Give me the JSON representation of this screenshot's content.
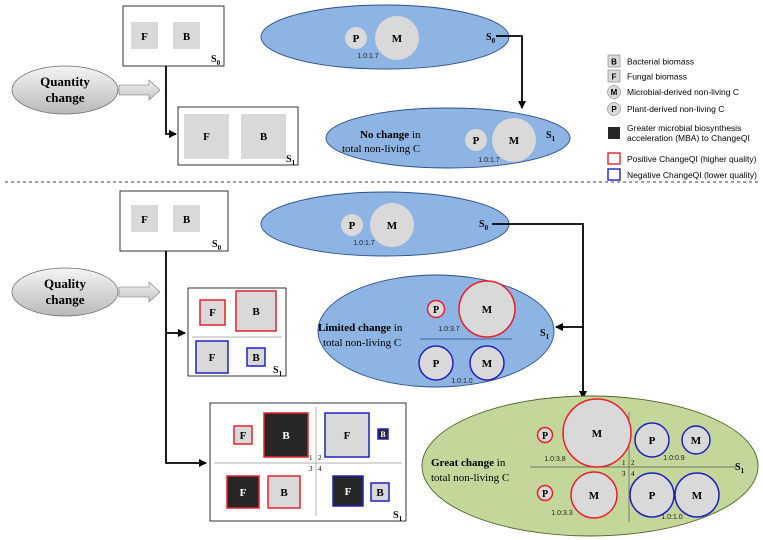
{
  "top": {
    "label_line1": "Quantity",
    "label_line2": "change",
    "s0": "S",
    "s0_sub": "0",
    "s1": "S",
    "s1_sub": "1",
    "F": "F",
    "B": "B",
    "ellipse_s0": {
      "P": "P",
      "M": "M",
      "ratio": "1.0:1.7",
      "s": "S",
      "s_sub": "0"
    },
    "ellipse_s1": {
      "bold": "No change",
      "rest": " in",
      "line2": "total non-living C",
      "P": "P",
      "M": "M",
      "ratio": "1.0:1.7",
      "s": "S",
      "s_sub": "1"
    }
  },
  "bottom": {
    "label_line1": "Quality",
    "label_line2": "change",
    "F": "F",
    "B": "B",
    "s0": "S",
    "s0_sub": "0",
    "s1": "S",
    "s1_sub": "1",
    "ellipse_s0": {
      "P": "P",
      "M": "M",
      "ratio": "1.0:1.7",
      "s": "S",
      "s_sub": "0"
    },
    "limited": {
      "bold": "Limited change",
      "rest": " in",
      "line2": "total non-living C",
      "P": "P",
      "M": "M",
      "ratio_top": "1.0:3.7",
      "ratio_bottom": "1.0:1.0",
      "s": "S",
      "s_sub": "1"
    },
    "great": {
      "bold": "Great change",
      "rest": " in",
      "line2": "total non-living C",
      "P": "P",
      "M": "M",
      "ratio_tl": "1.0:3.8",
      "ratio_tr": "1.0:0.9",
      "ratio_bl": "1.0:3.3",
      "ratio_br": "1.0:1.0",
      "s": "S",
      "s_sub": "1",
      "q1": "1",
      "q2": "2",
      "q3": "3",
      "q4": "4"
    },
    "quad": {
      "q1": "1",
      "q2": "2",
      "q3": "3",
      "q4": "4"
    }
  },
  "legend": {
    "items": [
      {
        "glyph": "B",
        "text": "Bacterial biomass"
      },
      {
        "glyph": "F",
        "text": "Fungal biomass"
      },
      {
        "glyph": "M",
        "text": "Microbial-derived non-living C"
      },
      {
        "glyph": "P",
        "text": "Plant-derived non-living C"
      },
      {
        "glyph": "",
        "text": "Greater microbial biosynthesis"
      },
      {
        "glyph": "",
        "text": "acceleration (MBA) to ChangeQI"
      },
      {
        "glyph": "",
        "text": "Positive ChangeQI (higher quality)"
      },
      {
        "glyph": "",
        "text": "Negative ChangeQI (lower quality)"
      }
    ]
  },
  "colors": {
    "blue_fill": "#8db4e2",
    "blue_stroke": "#2c4f8a",
    "green_fill": "#c4d79b",
    "grey_fill": "#d9d9d9",
    "red": "#e8202a",
    "navy": "#2020c0",
    "black_box": "#262626"
  }
}
